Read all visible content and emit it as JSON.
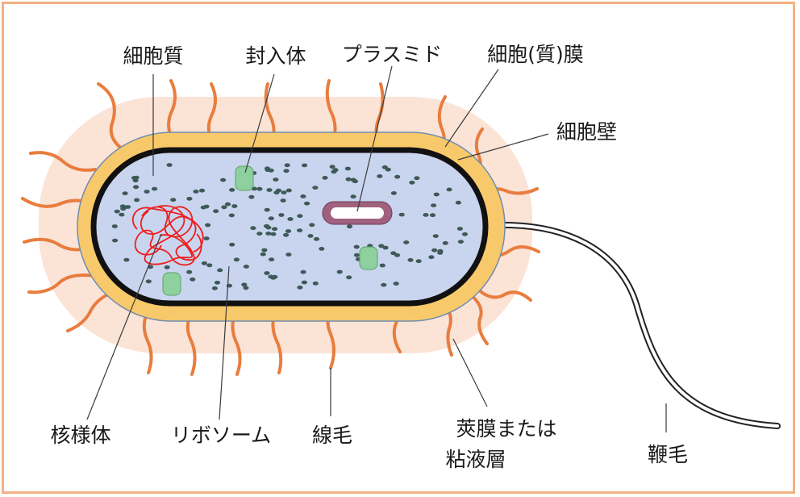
{
  "labels": {
    "cytoplasm": "細胞質",
    "inclusion_body": "封入体",
    "plasmid": "プラスミド",
    "cell_membrane": "細胞(質)膜",
    "cell_wall": "細胞壁",
    "nucleoid": "核様体",
    "ribosome": "リボソーム",
    "pilus": "線毛",
    "capsule_line1": "莢膜または",
    "capsule_line2": "粘液層",
    "flagellum": "鞭毛"
  },
  "colors": {
    "frame": "#f4b183",
    "capsule": "#fbe3d6",
    "cell_wall": "#f8c96a",
    "cell_membrane": "#111111",
    "cytoplasm": "#c9d5ee",
    "ribosome": "#3e5a58",
    "inclusion_body": "#8fd19e",
    "plasmid": "#a0617e",
    "nucleoid": "#ee1d1d",
    "pilus": "#e87d3e"
  }
}
